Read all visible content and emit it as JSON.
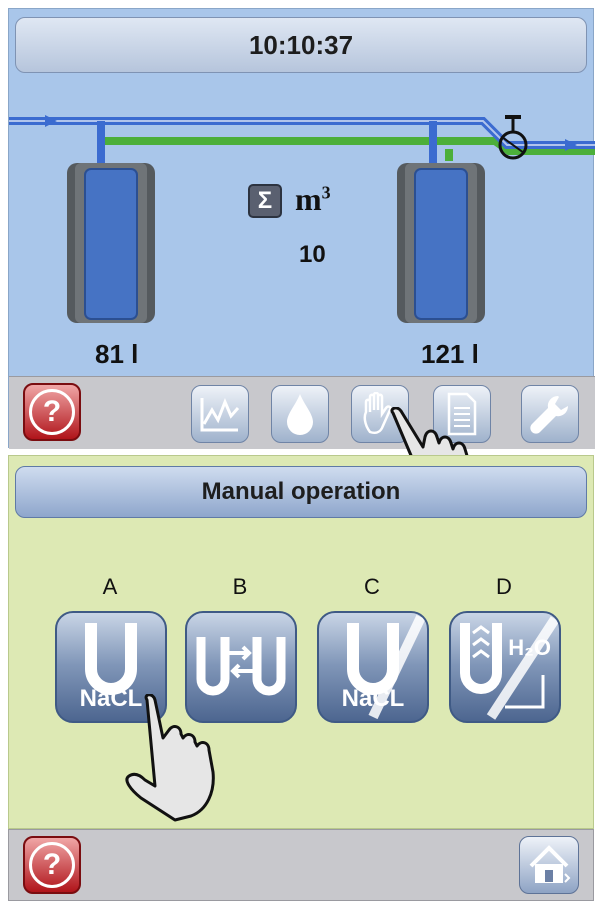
{
  "status": {
    "time": "10:10:37"
  },
  "tanks": {
    "left_volume": "81 l",
    "right_volume": "121 l",
    "counter_unit": "m",
    "counter_exp": "3",
    "counter_symbol": "Σ",
    "counter_value": "10"
  },
  "toolbar": {
    "help_label": "?",
    "icons": [
      "graph-icon",
      "water-drop-icon",
      "hand-icon",
      "document-icon",
      "wrench-icon"
    ]
  },
  "manual": {
    "title": "Manual operation",
    "options": [
      {
        "letter": "A",
        "caption": "NaCL"
      },
      {
        "letter": "B",
        "caption": ""
      },
      {
        "letter": "C",
        "caption": "NaCL"
      },
      {
        "letter": "D",
        "caption": "H₂O"
      }
    ]
  },
  "footer": {
    "help_label": "?"
  },
  "colors": {
    "top_panel": "#a9c6ea",
    "bottom_panel": "#dde9b4",
    "pipe_blue": "#3b6bd0",
    "pipe_green": "#4caf3a",
    "help_red": "#b0141a",
    "button_blue": "#4d6690"
  }
}
